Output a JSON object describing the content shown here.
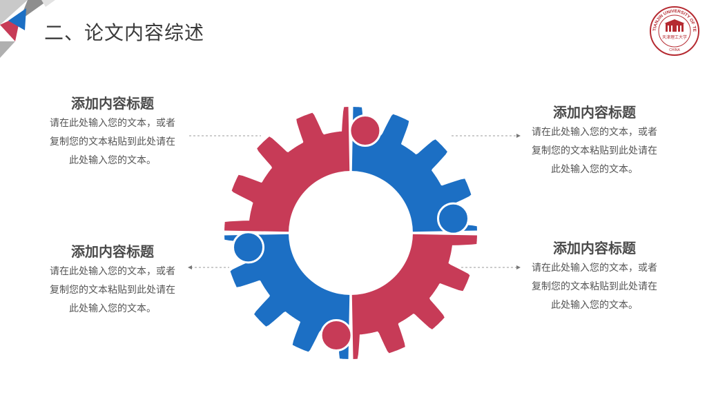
{
  "slide": {
    "title": "二、论文内容综述"
  },
  "logo": {
    "ring_text": "TIANJIN UNIVERSITY OF TECHNOLOGY",
    "country": "CHINA",
    "name": "天津理工大学"
  },
  "colors": {
    "red": "#c73b57",
    "blue": "#1c6fc4",
    "accent": "#b52a31"
  },
  "blocks": [
    {
      "heading": "添加内容标题",
      "lines": [
        "请在此处输入您的文本，或者",
        "复制您的文本粘贴到此处请在",
        "此处输入您的文本。"
      ]
    },
    {
      "heading": "添加内容标题",
      "lines": [
        "请在此处输入您的文本，或者",
        "复制您的文本粘贴到此处请在",
        "此处输入您的文本。"
      ]
    },
    {
      "heading": "添加内容标题",
      "lines": [
        "请在此处输入您的文本，或者",
        "复制您的文本粘贴到此处请在",
        "此处输入您的文本。"
      ]
    },
    {
      "heading": "添加内容标题",
      "lines": [
        "请在此处输入您的文本，或者",
        "复制您的文本粘贴到此处请在",
        "此处输入您的文本。"
      ]
    }
  ]
}
